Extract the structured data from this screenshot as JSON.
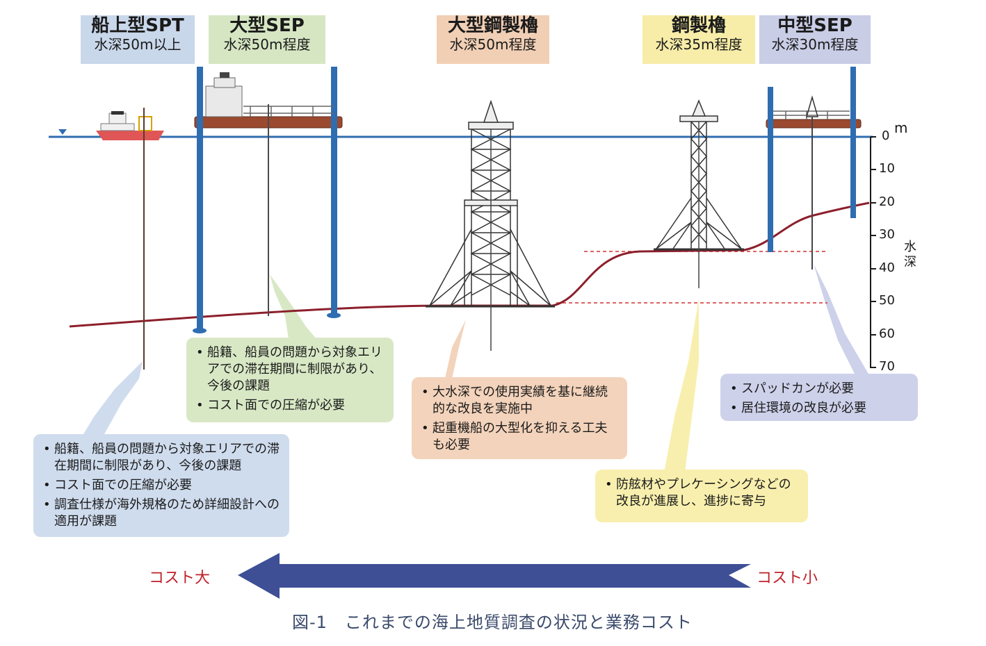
{
  "headers": [
    {
      "title": "船上型SPT",
      "sub": "水深50m以上",
      "color": "#c9d7ea"
    },
    {
      "title": "大型SEP",
      "sub": "水深50m程度",
      "color": "#d6e6c3"
    },
    {
      "title": "大型鋼製櫓",
      "sub": "水深50m程度",
      "color": "#f1cfb5"
    },
    {
      "title": "鋼製櫓",
      "sub": "水深35m程度",
      "color": "#f7eca8"
    },
    {
      "title": "中型SEP",
      "sub": "水深30m程度",
      "color": "#c9cde6"
    }
  ],
  "axis": {
    "unit": "m",
    "ticks": [
      "0",
      "10",
      "20",
      "30",
      "40",
      "50",
      "60",
      "70"
    ],
    "label": "水深"
  },
  "notes": {
    "spt": {
      "items": [
        "船籍、船員の問題から対象エリアでの滞在期間に制限があり、今後の課題",
        "コスト面での圧縮が必要",
        "調査仕様が海外規格のため詳細設計への適用が課題"
      ],
      "color": "#cfdcee"
    },
    "sep_large": {
      "items": [
        "船籍、船員の問題から対象エリアでの滞在期間に制限があり、今後の課題",
        "コスト面での圧縮が必要"
      ],
      "color": "#d8e8c5"
    },
    "tower_large": {
      "items": [
        "大水深での使用実績を基に継続的な改良を実施中",
        "起重機船の大型化を抑える工夫も必要"
      ],
      "color": "#f3d3bb"
    },
    "tower": {
      "items": [
        "防舷材やプレケーシングなどの改良が進展し、進捗に寄与"
      ],
      "color": "#f8efae"
    },
    "sep_mid": {
      "items": [
        "スパッドカンが必要",
        "居住環境の改良が必要"
      ],
      "color": "#cdd1ea"
    }
  },
  "cost": {
    "high": "コスト大",
    "low": "コスト小",
    "arrow_color": "#3e4f96"
  },
  "caption": "図-1　これまでの海上地質調査の状況と業務コスト"
}
